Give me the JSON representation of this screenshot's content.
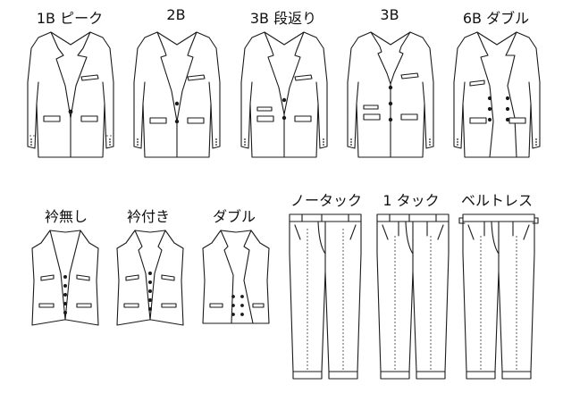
{
  "jackets": [
    {
      "label": "1B ピーク",
      "icon": "jacket-1b-peak-icon"
    },
    {
      "label": "2B",
      "icon": "jacket-2b-icon"
    },
    {
      "label": "3B 段返り",
      "icon": "jacket-3b-roll-icon"
    },
    {
      "label": "3B",
      "icon": "jacket-3b-icon"
    },
    {
      "label": "6B ダブル",
      "icon": "jacket-6b-double-icon"
    }
  ],
  "vests": [
    {
      "label": "衿無し",
      "icon": "vest-collarless-icon"
    },
    {
      "label": "衿付き",
      "icon": "vest-collared-icon"
    },
    {
      "label": "ダブル",
      "icon": "vest-double-icon"
    }
  ],
  "trousers": [
    {
      "label": "ノータック",
      "icon": "trousers-no-tuck-icon"
    },
    {
      "label": "1 タック",
      "icon": "trousers-one-tuck-icon"
    },
    {
      "label": "ベルトレス",
      "icon": "trousers-beltless-icon"
    }
  ]
}
